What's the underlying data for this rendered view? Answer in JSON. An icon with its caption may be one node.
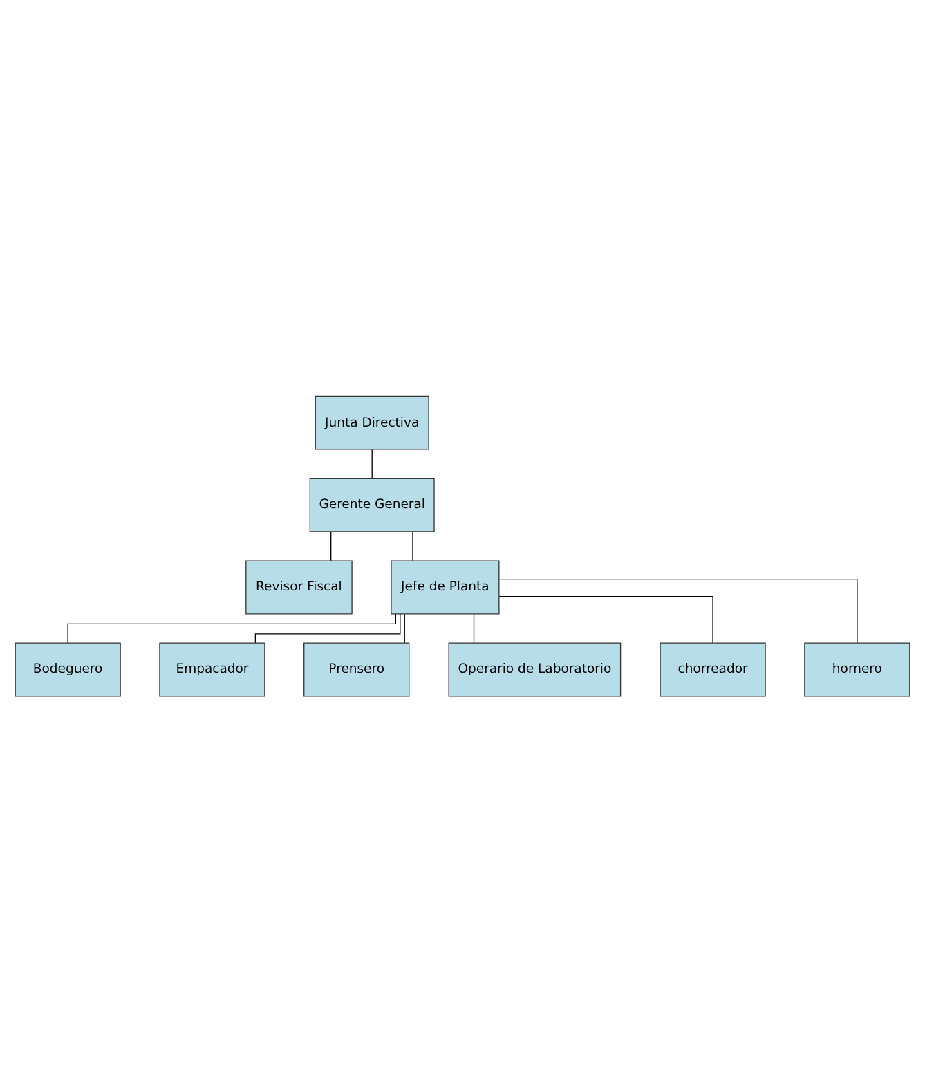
{
  "diagram": {
    "nodes": [
      {
        "text": [
          "Junta Directiva"
        ]
      },
      {
        "text": [
          "Gerente General"
        ]
      },
      {
        "text": [
          "Revisor Fiscal"
        ]
      },
      {
        "text": [
          "Jefe de Planta"
        ]
      },
      {
        "text": [
          "Bodeguero"
        ]
      },
      {
        "text": [
          "Empacador"
        ]
      },
      {
        "text": [
          "Prensero"
        ]
      },
      {
        "text": [
          "Operario de Laboratorio"
        ]
      },
      {
        "text": [
          "chorreador"
        ]
      },
      {
        "text": [
          "hornero"
        ]
      }
    ],
    "edges": [
      {
        "from": 0,
        "to": 1,
        "arrow": "none"
      },
      {
        "from": 1,
        "to": 2,
        "arrow": "none"
      },
      {
        "from": 1,
        "to": 3,
        "arrow": "none"
      },
      {
        "from": 3,
        "to": 4,
        "arrow": "none"
      },
      {
        "from": 3,
        "to": 5,
        "arrow": "none"
      },
      {
        "from": 3,
        "to": 6,
        "arrow": "none"
      },
      {
        "from": 3,
        "to": 7,
        "arrow": "none"
      },
      {
        "from": 3,
        "to": 8,
        "arrow": "none"
      },
      {
        "from": 3,
        "to": 9,
        "arrow": "none"
      }
    ]
  }
}
